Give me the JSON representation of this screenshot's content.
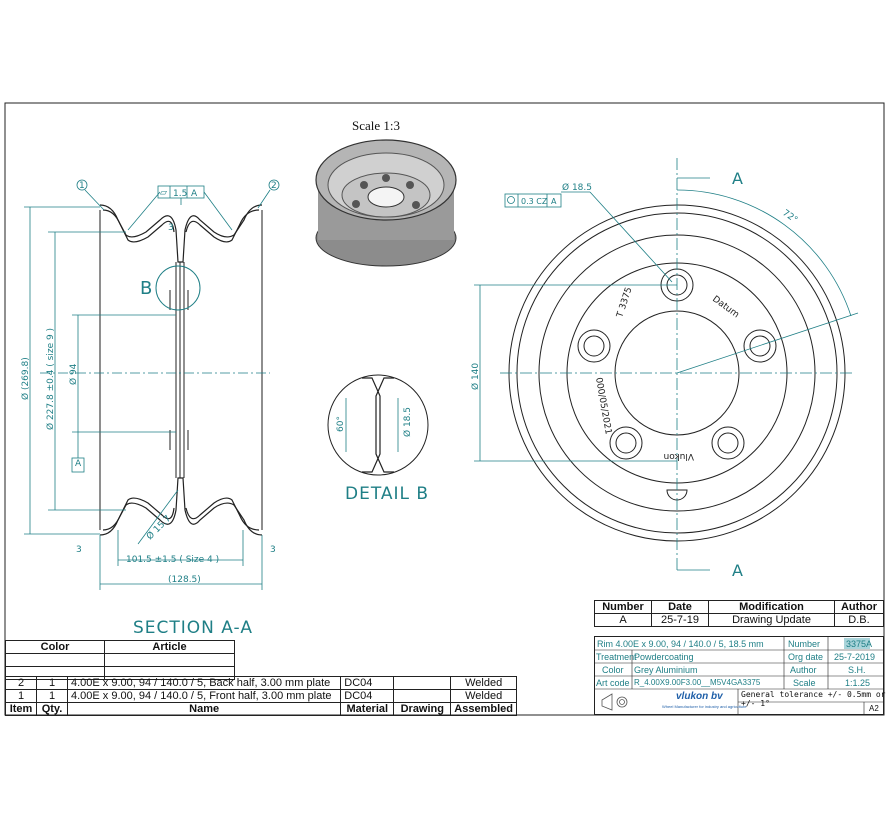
{
  "drawing": {
    "scale_label": "Scale 1:3",
    "section_title": "SECTION A-A",
    "detail_title": "DETAIL B",
    "detail_marker": "B",
    "section_marker": "A",
    "balloons": [
      "1",
      "2"
    ],
    "dims_section": {
      "outer_diameter": "Ø (269.8)",
      "bead_diameter": "Ø 227.8 ±0.4 ( size 9 )",
      "hub_diameter": "Ø 94",
      "flatness": "1.5",
      "flatness_datum": "A",
      "weld_size": "3",
      "inner_radius": "Ø 15.7",
      "seat_width": "101.5 ±1.5 ( Size 4 )",
      "overall_width": "(128.5)",
      "flange_left": "3",
      "flange_right": "3"
    },
    "dims_detail": {
      "angle": "60°",
      "hole": "Ø 18.5"
    },
    "dims_front": {
      "hole_dia": "Ø 18.5",
      "position_tol": "0.3 CZ",
      "position_datum": "A",
      "angle": "72°",
      "pcd": "Ø 140",
      "engraving_1": "T 3375",
      "engraving_2": "Datum",
      "engraving_3": "000/05/2021",
      "engraving_4": "Vlukon"
    }
  },
  "revisions": {
    "headers": [
      "Number",
      "Date",
      "Modification",
      "Author"
    ],
    "rows": [
      [
        "A",
        "25-7-19",
        "Drawing Update",
        "D.B."
      ]
    ]
  },
  "bom": {
    "color_header": "Color",
    "article_header": "Article",
    "headers": [
      "Item",
      "Qty.",
      "Name",
      "Material",
      "Drawing",
      "Assembled"
    ],
    "rows": [
      {
        "item": "2",
        "qty": "1",
        "name": "4.00E x 9.00,  94 / 140.0 / 5, Back half, 3.00 mm plate",
        "material": "DC04",
        "drawing": "",
        "assembled": "Welded"
      },
      {
        "item": "1",
        "qty": "1",
        "name": "4.00E x 9.00,  94 / 140.0 / 5, Front half, 3.00 mm plate",
        "material": "DC04",
        "drawing": "",
        "assembled": "Welded"
      }
    ]
  },
  "title_block": {
    "description": "Rim 4.00E x 9.00,  94 / 140.0 / 5,  18.5 mm",
    "number_label": "Number",
    "number_value": "3375A",
    "treatment_label": "Treatment",
    "treatment_value": "Powdercoating",
    "orgdate_label": "Org date",
    "orgdate_value": "25-7-2019",
    "color_label": "Color",
    "color_value": "Grey Aluminium",
    "author_label": "Author",
    "author_value": "S.H.",
    "artcode_label": "Art code",
    "artcode_value": "R_4.00X9.00F3.00__M5V4GA3375",
    "scale_label": "Scale",
    "scale_value": "1:1.25",
    "company": "vlukon bv",
    "company_sub": "Wheel Manufacturer for industry and agriculture",
    "tolerance": "General tolerance +/- 0.5mm or +/- 1°",
    "sheet_size": "A2"
  }
}
